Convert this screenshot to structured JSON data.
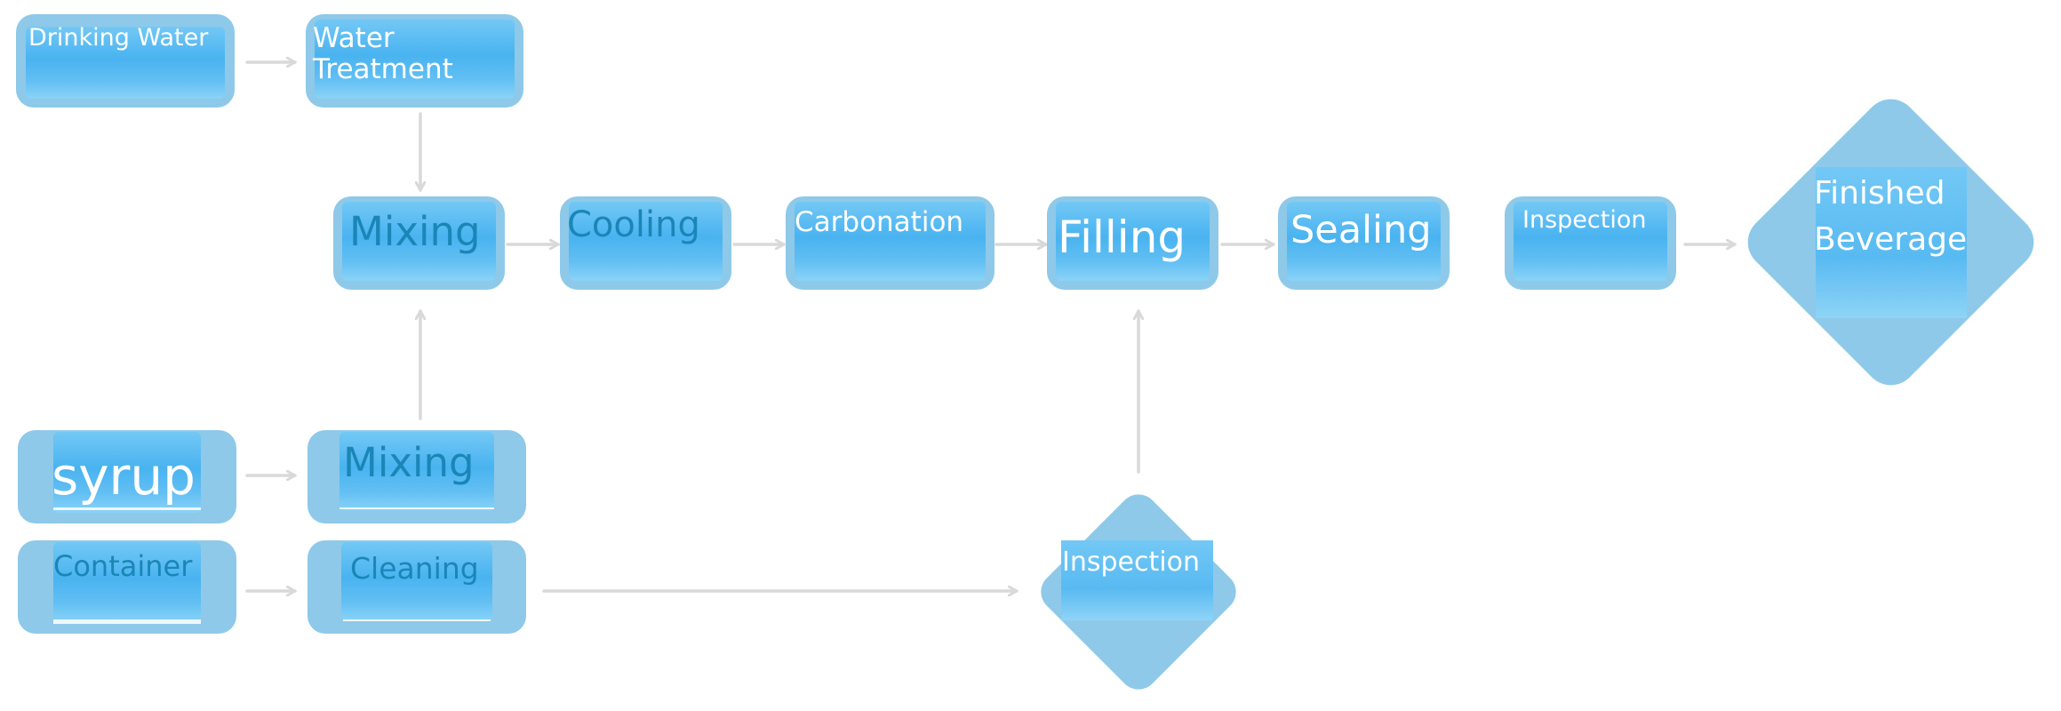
{
  "diagram": {
    "colors": {
      "box": "#8ec9e9",
      "box_inner": "#4fb6f1",
      "arrow": "#d9d9d9",
      "text_light": "#ffffff",
      "text_dark": "#1a86b7"
    },
    "nodes": {
      "drinking_water": "Drinking Water",
      "water_treatment": "Water\nTreatment",
      "mixing_main": "Mixing",
      "cooling": "Cooling",
      "carbonation": "Carbonation",
      "filling": "Filling",
      "sealing": "Sealing",
      "inspection_top": "Inspection",
      "finished_beverage": "Finished\nBeverage",
      "syrup": "syrup",
      "mixing_syrup": "Mixing",
      "container": "Container",
      "cleaning": "Cleaning",
      "inspection_bottom": "Inspection"
    },
    "edges": [
      {
        "from": "Drinking Water",
        "to": "Water Treatment"
      },
      {
        "from": "Water Treatment",
        "to": "Mixing"
      },
      {
        "from": "Mixing",
        "to": "Cooling"
      },
      {
        "from": "Cooling",
        "to": "Carbonation"
      },
      {
        "from": "Carbonation",
        "to": "Filling"
      },
      {
        "from": "Filling",
        "to": "Sealing"
      },
      {
        "from": "Inspection",
        "to": "Finished Beverage"
      },
      {
        "from": "syrup",
        "to": "Mixing"
      },
      {
        "from": "Mixing (syrup)",
        "to": "Mixing"
      },
      {
        "from": "Container",
        "to": "Cleaning"
      },
      {
        "from": "Cleaning",
        "to": "Inspection (container)"
      },
      {
        "from": "Inspection (container)",
        "to": "Filling"
      }
    ]
  }
}
